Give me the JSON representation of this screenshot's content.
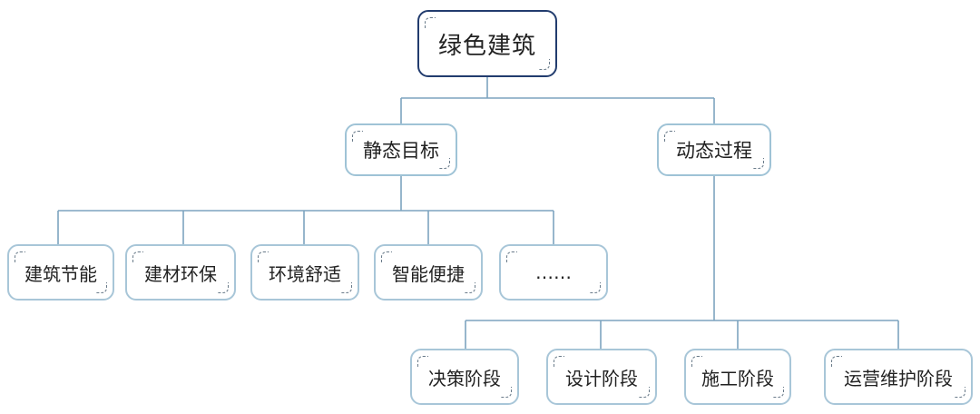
{
  "root": {
    "label": "绿色建筑"
  },
  "branches": [
    {
      "label": "静态目标",
      "children": [
        "建筑节能",
        "建材环保",
        "环境舒适",
        "智能便捷",
        "……"
      ]
    },
    {
      "label": "动态过程",
      "children": [
        "决策阶段",
        "设计阶段",
        "施工阶段",
        "运营维护阶段"
      ]
    }
  ],
  "colors": {
    "line": "#7da3bf",
    "root_border": "#223c6e",
    "node_border": "#a8c6d8"
  }
}
